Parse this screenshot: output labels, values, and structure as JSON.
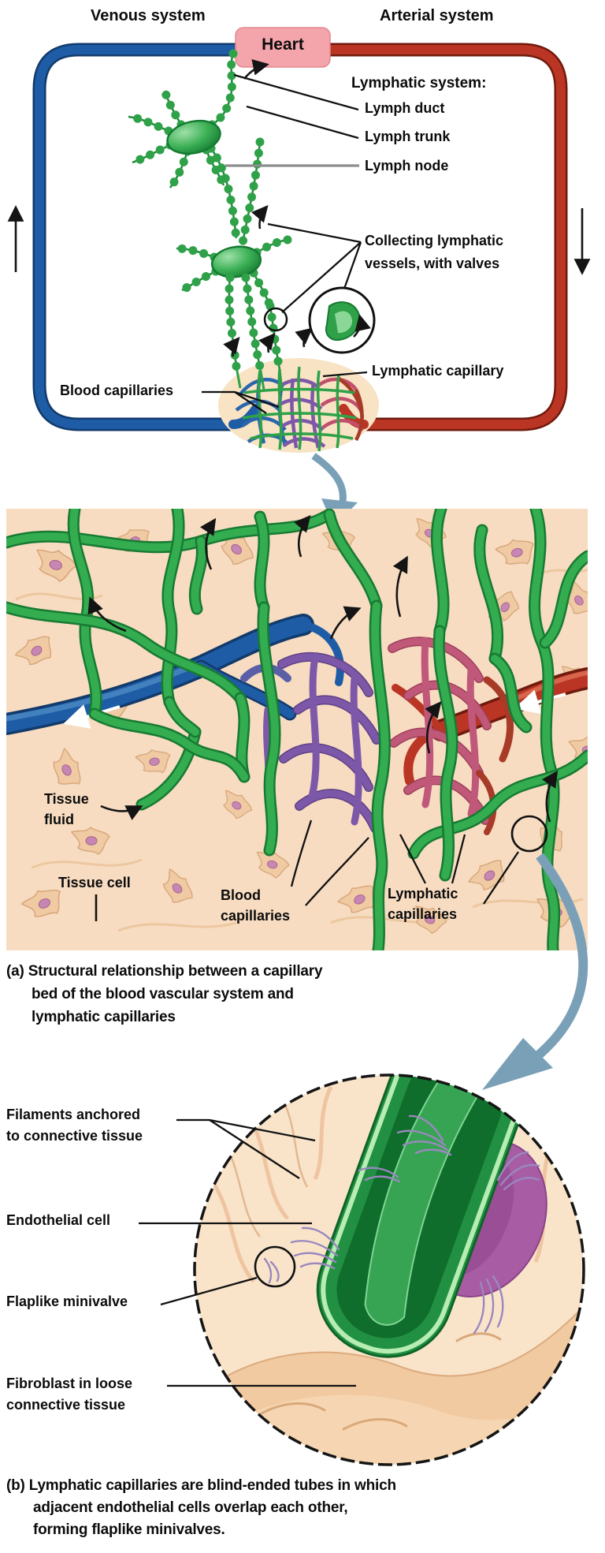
{
  "figure": {
    "panel_a": {
      "venous_title": "Venous system",
      "arterial_title": "Arterial system",
      "heart_label": "Heart",
      "lymphatic_heading": "Lymphatic system:",
      "labels": {
        "lymph_duct": "Lymph duct",
        "lymph_trunk": "Lymph trunk",
        "lymph_node": "Lymph node",
        "collecting_line1": "Collecting lymphatic",
        "collecting_line2": "vessels, with valves",
        "lymphatic_capillary": "Lymphatic capillary",
        "blood_capillaries": "Blood capillaries"
      }
    },
    "panel_b": {
      "labels": {
        "tissue_fluid_line1": "Tissue",
        "tissue_fluid_line2": "fluid",
        "tissue_cell": "Tissue cell",
        "blood_capillaries_line1": "Blood",
        "blood_capillaries_line2": "capillaries",
        "lymphatic_capillaries_line1": "Lymphatic",
        "lymphatic_capillaries_line2": "capillaries"
      }
    },
    "caption_a": {
      "line1": "(a) Structural relationship between a capillary",
      "line2": "bed of the blood vascular system and",
      "line3": "lymphatic capillaries"
    },
    "panel_c": {
      "labels": {
        "filaments_line1": "Filaments anchored",
        "filaments_line2": "to connective tissue",
        "endothelial_cell": "Endothelial cell",
        "flaplike_minivalve": "Flaplike minivalve",
        "fibroblast_line1": "Fibroblast in loose",
        "fibroblast_line2": "connective tissue"
      }
    },
    "caption_b": {
      "line1": "(b) Lymphatic capillaries are blind-ended tubes in which",
      "line2": "adjacent endothelial cells overlap each other,",
      "line3": "forming flaplike minivalves."
    },
    "colors": {
      "vein_blue": "#1e5ca6",
      "artery_red": "#bb3524",
      "lymph_green": "#2fa148",
      "capillary_purple": "#7e58a8",
      "capillary_pink": "#c0587a",
      "heart_pink": "#f3a5ab",
      "tissue_tan": "#f7dcc1",
      "nucleus_pink": "#c787b3",
      "minivalve_magenta": "#a85ca4",
      "zoom_arrow_bluegray": "#7aa0b8"
    }
  }
}
